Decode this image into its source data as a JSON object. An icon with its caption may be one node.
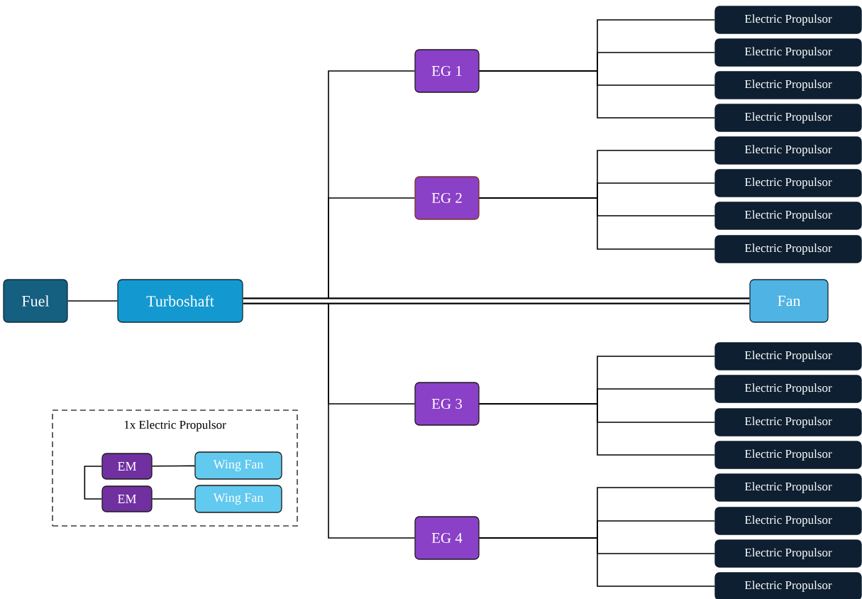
{
  "diagram": {
    "nodes": [
      {
        "text": [
          "Fuel"
        ]
      },
      {
        "text": [
          "Turboshaft"
        ]
      },
      {
        "text": [
          "EG 1"
        ]
      },
      {
        "text": [
          "EG 2"
        ]
      },
      {
        "text": [
          "EG 3"
        ]
      },
      {
        "text": [
          "EG 4"
        ]
      },
      {
        "text": [
          "Fan"
        ]
      },
      {
        "text": [
          "Electric Propulsor"
        ]
      },
      {
        "text": [
          "Electric Propulsor"
        ]
      },
      {
        "text": [
          "Electric Propulsor"
        ]
      },
      {
        "text": [
          "Electric Propulsor"
        ]
      },
      {
        "text": [
          "Electric Propulsor"
        ]
      },
      {
        "text": [
          "Electric Propulsor"
        ]
      },
      {
        "text": [
          "Electric Propulsor"
        ]
      },
      {
        "text": [
          "Electric Propulsor"
        ]
      },
      {
        "text": [
          "Electric Propulsor"
        ]
      },
      {
        "text": [
          "Electric Propulsor"
        ]
      },
      {
        "text": [
          "Electric Propulsor"
        ]
      },
      {
        "text": [
          "Electric Propulsor"
        ]
      },
      {
        "text": [
          "Electric Propulsor"
        ]
      },
      {
        "text": [
          "Electric Propulsor"
        ]
      },
      {
        "text": [
          "Electric Propulsor"
        ]
      },
      {
        "text": [
          "Electric Propulsor"
        ]
      },
      {
        "text": [
          "1x Electric Propulsor"
        ]
      },
      {
        "text": [
          "EM"
        ],
        "in": 23
      },
      {
        "text": [
          "EM"
        ],
        "in": 23
      },
      {
        "text": [
          "Wing Fan"
        ],
        "in": 23
      },
      {
        "text": [
          "Wing Fan"
        ],
        "in": 23
      }
    ],
    "edges": [
      {
        "from": 0,
        "to": 1,
        "arrow": "none"
      },
      {
        "from": 1,
        "to": 2,
        "arrow": "none"
      },
      {
        "from": 1,
        "to": 3,
        "arrow": "none"
      },
      {
        "from": 1,
        "to": 4,
        "arrow": "none"
      },
      {
        "from": 1,
        "to": 5,
        "arrow": "none"
      },
      {
        "from": 1,
        "to": 6,
        "arrow": "none",
        "style": "thick"
      },
      {
        "from": 2,
        "to": 7,
        "arrow": "none"
      },
      {
        "from": 2,
        "to": 8,
        "arrow": "none"
      },
      {
        "from": 2,
        "to": 9,
        "arrow": "none"
      },
      {
        "from": 2,
        "to": 10,
        "arrow": "none"
      },
      {
        "from": 3,
        "to": 11,
        "arrow": "none"
      },
      {
        "from": 3,
        "to": 12,
        "arrow": "none"
      },
      {
        "from": 3,
        "to": 13,
        "arrow": "none"
      },
      {
        "from": 3,
        "to": 14,
        "arrow": "none"
      },
      {
        "from": 4,
        "to": 15,
        "arrow": "none"
      },
      {
        "from": 4,
        "to": 16,
        "arrow": "none"
      },
      {
        "from": 4,
        "to": 17,
        "arrow": "none"
      },
      {
        "from": 4,
        "to": 18,
        "arrow": "none"
      },
      {
        "from": 5,
        "to": 19,
        "arrow": "none"
      },
      {
        "from": 5,
        "to": 20,
        "arrow": "none"
      },
      {
        "from": 5,
        "to": 21,
        "arrow": "none"
      },
      {
        "from": 5,
        "to": 22,
        "arrow": "none"
      },
      {
        "from": 24,
        "to": 25,
        "arrow": "none"
      },
      {
        "from": 24,
        "to": 26,
        "arrow": "none"
      },
      {
        "from": 25,
        "to": 27,
        "arrow": "none"
      }
    ]
  }
}
